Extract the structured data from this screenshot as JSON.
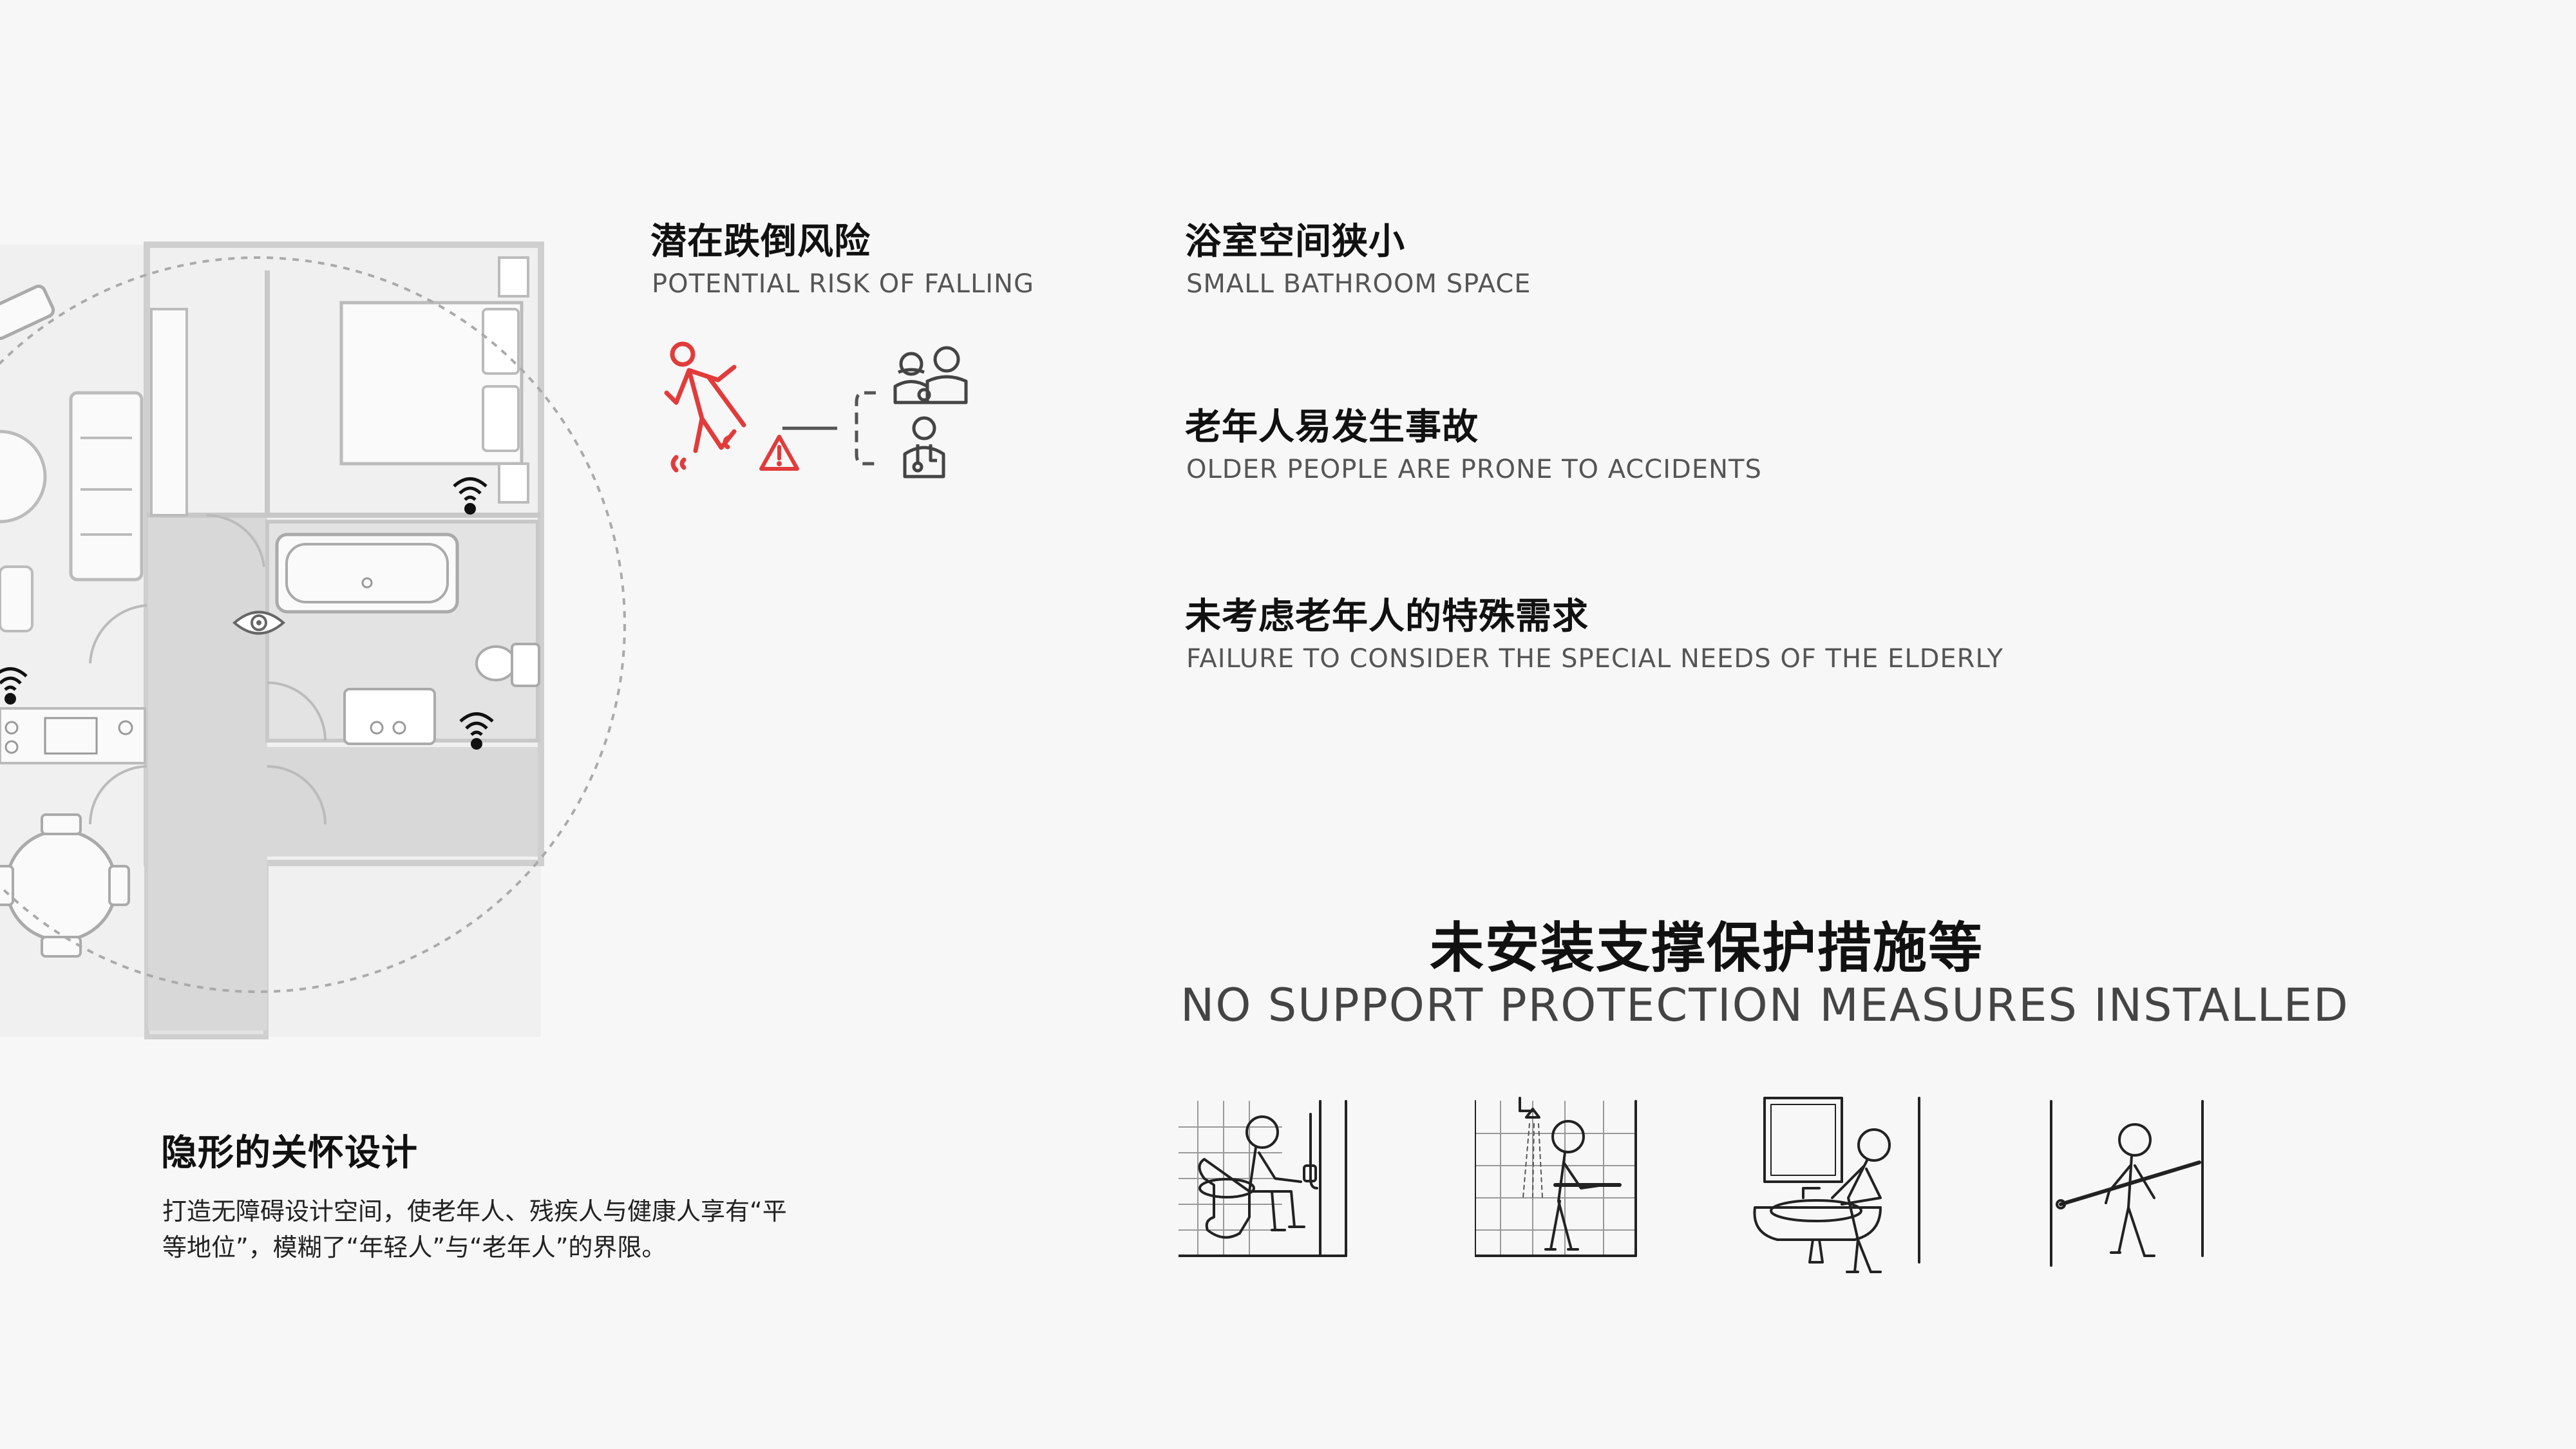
{
  "risks": [
    {
      "zh": "潜在跌倒风险",
      "en": "POTENTIAL RISK OF FALLING"
    },
    {
      "zh": "浴室空间狭小",
      "en": "SMALL BATHROOM SPACE"
    },
    {
      "zh": "老年人易发生事故",
      "en": "OLDER PEOPLE ARE PRONE TO ACCIDENTS"
    },
    {
      "zh": "未考虑老年人的特殊需求",
      "en": "FAILURE TO CONSIDER THE SPECIAL NEEDS OF THE ELDERLY"
    }
  ],
  "measures": {
    "zh": "未安装支撑保护措施等",
    "en": "NO SUPPORT PROTECTION MEASURES INSTALLED"
  },
  "design": {
    "title": "隐形的关怀设计",
    "body": "打造无障碍设计空间，使老年人、残疾人与健康人享有“平等地位”，模糊了“年轻人”与“老年人”的界限。"
  },
  "colors": {
    "alert": "#e23b3b",
    "line": "#555555",
    "plan": "#d9d9d9"
  },
  "icons": [
    "falling-person-icon",
    "warning-icon",
    "family-icon",
    "doctor-icon",
    "wifi-icon",
    "eye-icon"
  ]
}
